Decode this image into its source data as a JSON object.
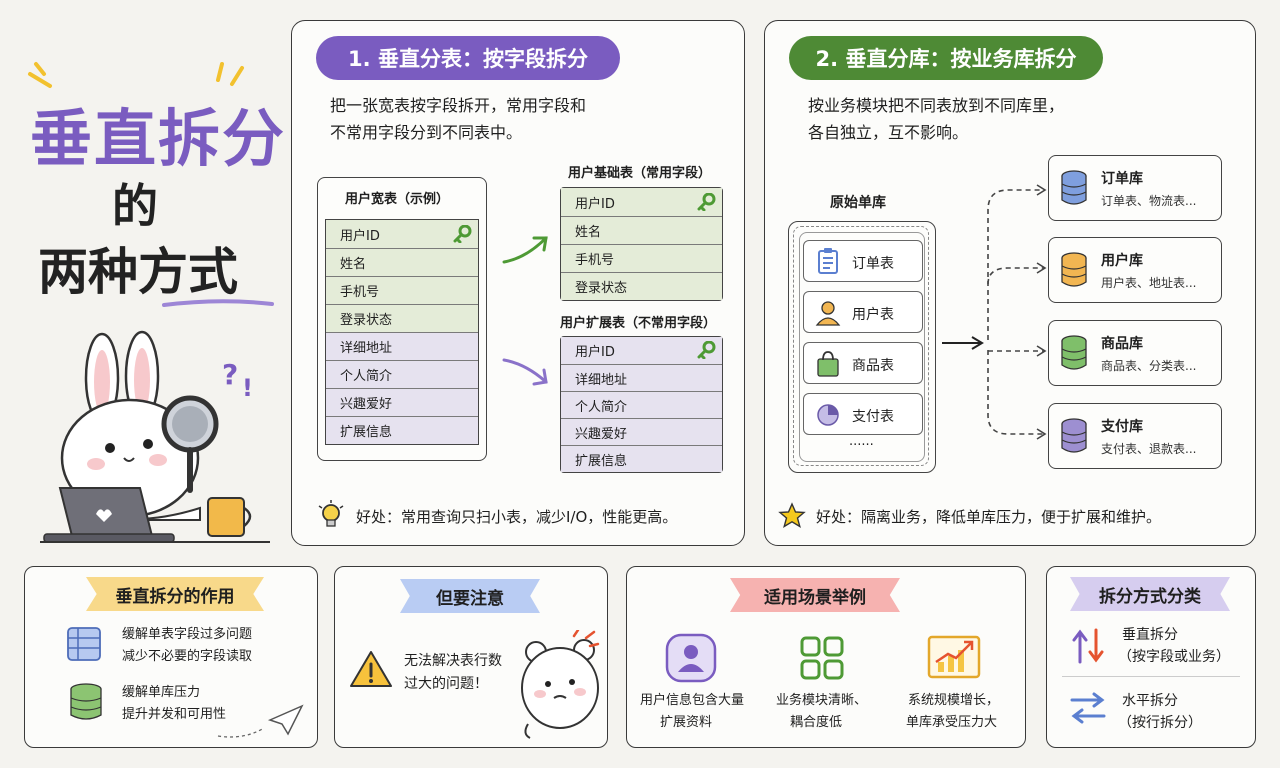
{
  "hero": {
    "line1": "垂直拆分",
    "line2": "的",
    "line3": "两种方式"
  },
  "panel1": {
    "pill": "1. 垂直分表：按字段拆分",
    "desc1": "把一张宽表按字段拆开，常用字段和",
    "desc2": "不常用字段分到不同表中。",
    "wide_title": "用户宽表（示例）",
    "wide_fields": [
      "用户ID",
      "姓名",
      "手机号",
      "登录状态",
      "详细地址",
      "个人简介",
      "兴趣爱好",
      "扩展信息"
    ],
    "base_title": "用户基础表（常用字段）",
    "base_fields": [
      "用户ID",
      "姓名",
      "手机号",
      "登录状态"
    ],
    "ext_title": "用户扩展表（不常用字段）",
    "ext_fields": [
      "用户ID",
      "详细地址",
      "个人简介",
      "兴趣爱好",
      "扩展信息"
    ],
    "benefit": "好处：常用查询只扫小表，减少I/O，性能更高。"
  },
  "panel2": {
    "pill": "2. 垂直分库：按业务库拆分",
    "desc1": "按业务模块把不同表放到不同库里，",
    "desc2": "各自独立，互不影响。",
    "orig_title": "原始单库",
    "orig_items": [
      "订单表",
      "用户表",
      "商品表",
      "支付表"
    ],
    "orig_more": "......",
    "dbs": [
      {
        "name": "订单库",
        "sub": "订单表、物流表...",
        "color": "#7f9fde"
      },
      {
        "name": "用户库",
        "sub": "用户表、地址表...",
        "color": "#f2b652"
      },
      {
        "name": "商品库",
        "sub": "商品表、分类表...",
        "color": "#7fbf6a"
      },
      {
        "name": "支付库",
        "sub": "支付表、退款表...",
        "color": "#9d8fd1"
      }
    ],
    "benefit": "好处：隔离业务，降低单库压力，便于扩展和维护。"
  },
  "card1": {
    "ribbon": "垂直拆分的作用",
    "a1": "缓解单表字段过多问题",
    "a2": "减少不必要的字段读取",
    "b1": "缓解单库压力",
    "b2": "提升并发和可用性"
  },
  "card2": {
    "ribbon": "但要注意",
    "t1": "无法解决表行数",
    "t2": "过大的问题！"
  },
  "card3": {
    "ribbon": "适用场景举例",
    "s1a": "用户信息包含大量",
    "s1b": "扩展资料",
    "s2a": "业务模块清晰、",
    "s2b": "耦合度低",
    "s3a": "系统规模增长，",
    "s3b": "单库承受压力大"
  },
  "card4": {
    "ribbon": "拆分方式分类",
    "v1": "垂直拆分",
    "v2": "（按字段或业务）",
    "h1": "水平拆分",
    "h2": "（按行拆分）"
  },
  "colors": {
    "purple": "#7a5cc0",
    "green": "#4e8a35",
    "table_green": "#e4ecd8",
    "table_purple": "#e6e2ef"
  }
}
